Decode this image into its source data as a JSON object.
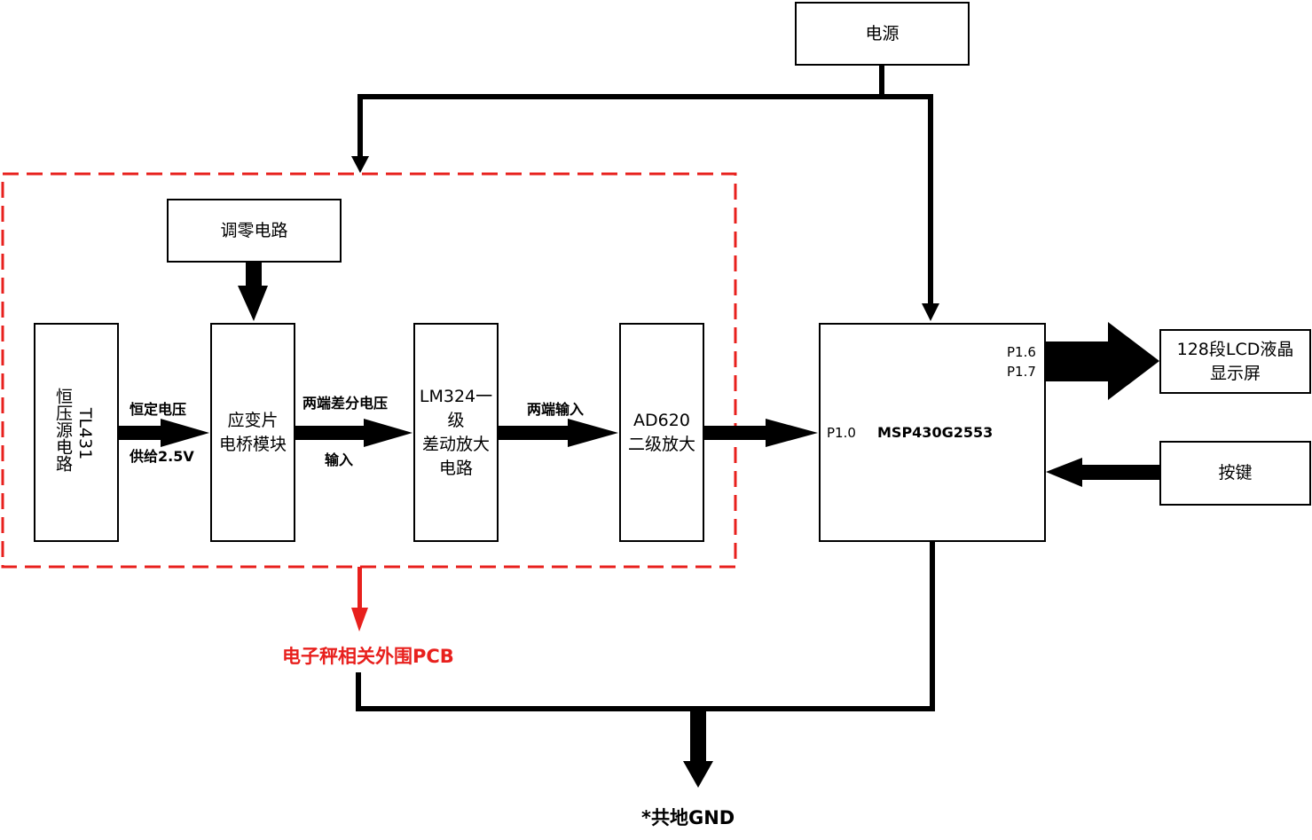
{
  "blocks": {
    "power": "电源",
    "zero_adjust": "调零电路",
    "tl431_line1": "TL431",
    "tl431_line2": "恒压源电路",
    "bridge": [
      "应变片",
      "电桥模块"
    ],
    "lm324": [
      "LM324一",
      "级",
      "差动放大",
      "电路"
    ],
    "ad620": [
      "AD620",
      "二级放大"
    ],
    "mcu": "MSP430G2553",
    "lcd": [
      "128段LCD液晶",
      "显示屏"
    ],
    "keys": "按键"
  },
  "labels": {
    "constant_voltage": "恒定电压",
    "supply_2v5": "供给2.5V",
    "diff_voltage": "两端差分电压",
    "input": "输入",
    "both_input": "两端输入"
  },
  "pins": {
    "p10": "P1.0",
    "p16": "P1.6",
    "p17": "P1.7"
  },
  "pcb_region_label": "电子秤相关外围PCB",
  "gnd_label": "*共地GND",
  "colors": {
    "line": "#000000",
    "pcb_outline": "#e8201d"
  }
}
